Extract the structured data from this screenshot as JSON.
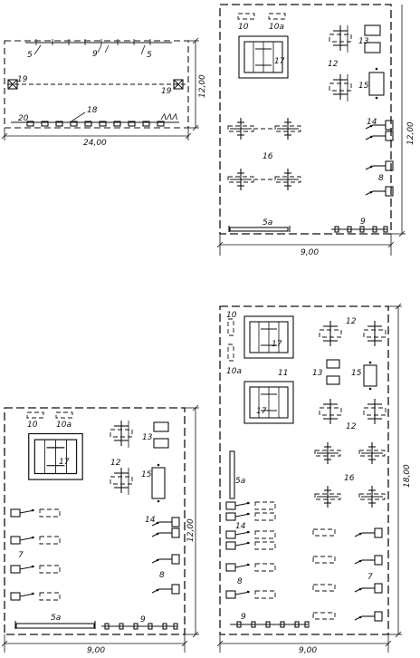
{
  "plan_top_left": {
    "labels": {
      "l5a": "5",
      "l9": "9",
      "l5b": "5",
      "l19a": "19",
      "l19b": "19",
      "l20": "20",
      "l18": "18"
    },
    "dims": {
      "width": "24,00",
      "height": "12,00"
    }
  },
  "plan_top_right": {
    "labels": {
      "l10": "10",
      "l10a": "10a",
      "l17": "17",
      "l13": "13",
      "l12": "12",
      "l15": "15",
      "l14": "14",
      "l16": "16",
      "l8": "8",
      "l5a": "5a",
      "l9": "9"
    },
    "dims": {
      "width": "9,00",
      "height": "12,00"
    }
  },
  "plan_bottom_left": {
    "labels": {
      "l10": "10",
      "l10a": "10a",
      "l17": "17",
      "l13": "13",
      "l12": "12",
      "l15": "15",
      "l7": "7",
      "l14": "14",
      "l8": "8",
      "l5a": "5a",
      "l9": "9"
    },
    "dims": {
      "width": "9,00",
      "height": "12,00"
    }
  },
  "plan_bottom_right": {
    "labels": {
      "l10": "10",
      "l12a": "12",
      "l10a": "10a",
      "l11": "11",
      "l13": "13",
      "l15": "15",
      "l17a": "17",
      "l17b": "17",
      "l12b": "12",
      "l16": "16",
      "l5a": "5a",
      "l14": "14",
      "l8": "8",
      "l7": "7",
      "l9": "9"
    },
    "dims": {
      "width": "9,00",
      "height": "18,00"
    }
  }
}
